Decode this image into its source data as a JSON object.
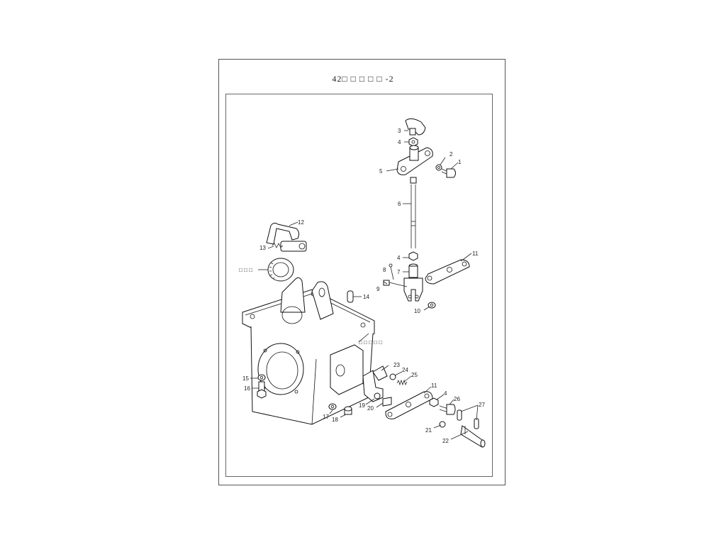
{
  "title": "42□ □ □ □ □ -2",
  "labels": {
    "p1": "1",
    "p2": "2",
    "p3": "3",
    "p4a": "4",
    "p5": "5",
    "p6": "6",
    "p4b": "4",
    "p7": "7",
    "p8": "8",
    "p9": "9",
    "p10": "10",
    "p11a": "11",
    "p12": "12",
    "p13": "13",
    "p_ring": "□ □ □",
    "p14": "14",
    "p_housing": "□ □ □ □ □",
    "p15": "15",
    "p16": "16",
    "p17": "17",
    "p18": "18",
    "p19": "19",
    "p20": "20",
    "p21": "21",
    "p22": "22",
    "p23": "23",
    "p24": "24",
    "p25": "25",
    "p11b": "11",
    "p4c": "4",
    "p26": "26",
    "p27": "27"
  }
}
